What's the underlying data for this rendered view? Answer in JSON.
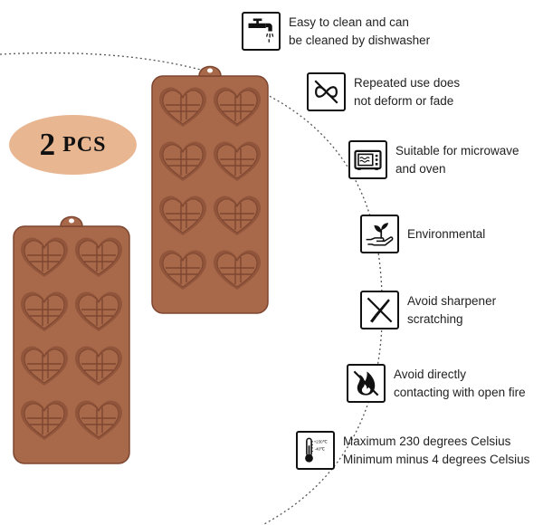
{
  "badge": {
    "number": "2",
    "unit": "PCS"
  },
  "features": [
    {
      "icon": "faucet-icon",
      "lines": [
        "Easy to clean and can",
        "be cleaned by dishwasher"
      ]
    },
    {
      "icon": "infinity-icon",
      "lines": [
        "Repeated use does",
        "not deform or fade"
      ]
    },
    {
      "icon": "microwave-icon",
      "lines": [
        "Suitable for microwave",
        "and oven"
      ]
    },
    {
      "icon": "plant-hand-icon",
      "lines": [
        "Environmental"
      ]
    },
    {
      "icon": "knife-icon",
      "lines": [
        "Avoid sharpener",
        "scratching"
      ]
    },
    {
      "icon": "fire-icon",
      "lines": [
        "Avoid directly",
        "contacting with open fire"
      ]
    },
    {
      "icon": "thermometer-icon",
      "icon_text": [
        "+230℃",
        "-40℃"
      ],
      "lines": [
        "Maximum 230 degrees Celsius",
        "Minimum minus 4 degrees Celsius"
      ]
    }
  ],
  "colors": {
    "mold": "#a8684a",
    "mold_dark": "#7d4630",
    "badge": "#e9b692",
    "arc": "#555555"
  }
}
